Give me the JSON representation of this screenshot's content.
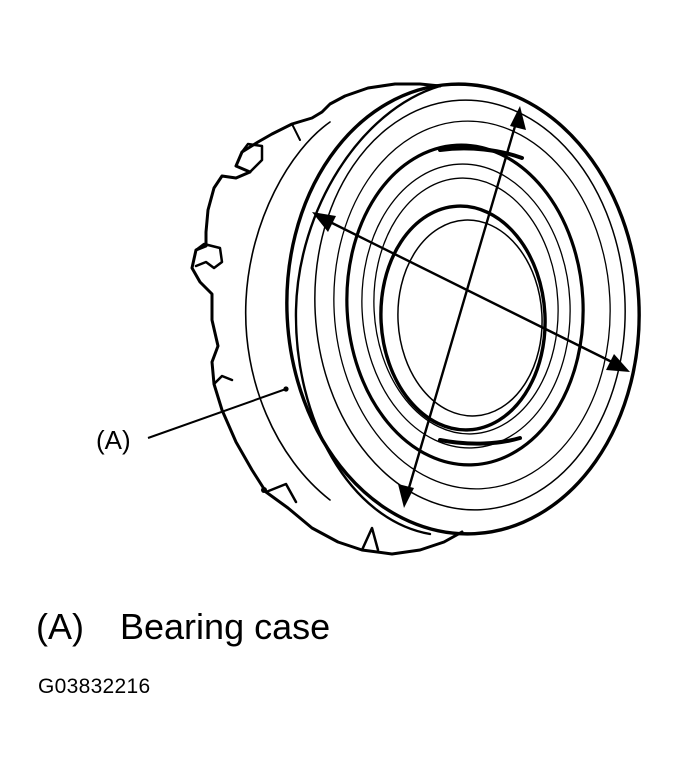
{
  "illustration": {
    "subject_icon": "bearing-case-drawing",
    "line_color": "#000000",
    "background": "#ffffff"
  },
  "callout": {
    "label": "(A)"
  },
  "caption": {
    "tag": "(A)",
    "text": "Bearing case"
  },
  "figure_id": "G03832216"
}
